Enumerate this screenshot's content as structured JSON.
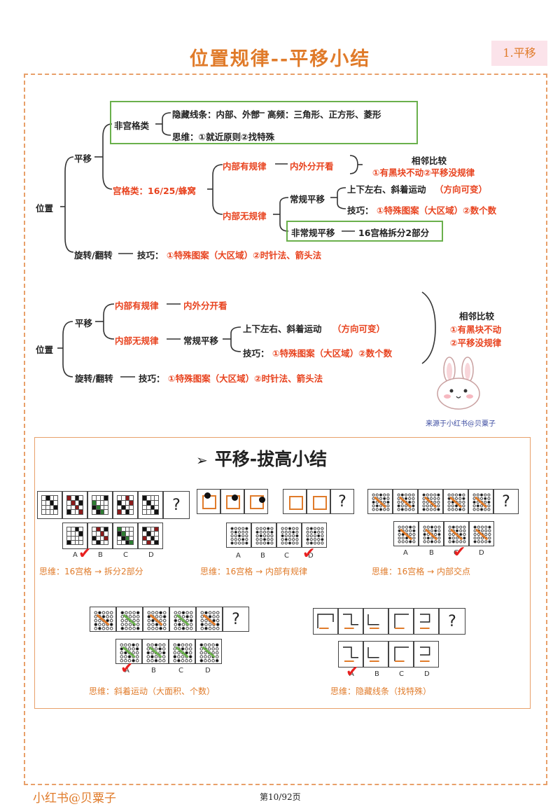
{
  "page": {
    "title": "位置规律--平移小结",
    "tag": "1.平移",
    "footer_left": "小红书@贝粟子",
    "footer_center": "第10/92页",
    "credit": "来源于小红书@贝粟子"
  },
  "tree1": {
    "root": "位置",
    "pingyi": "平移",
    "feigonggelei": "非宫格类",
    "yincang": "隐藏线条：内部、外部",
    "gaopin": "高频：三角形、正方形、菱形",
    "siwei": "思维：①就近原则②找特殊",
    "gonggelei": "宫格类：16/25/蜂窝",
    "neibu_you": "内部有规律",
    "neiwai": "内外分开看",
    "neibu_wu": "内部无规律",
    "changgui": "常规平移",
    "shangxia": "上下左右、斜着运动",
    "fangxiang": "（方向可变）",
    "jiqiao_label": "技巧：",
    "jiqiao_val": "①特殊图案（大区域）②数个数",
    "feichanggui": "非常规平移",
    "feichanggui_val": "16宫格拆分2部分",
    "xiangling": "相邻比较",
    "xiangling_1": "①有黑块不动②平移没规律",
    "xuanzhuan": "旋转/翻转",
    "xz_jiqiao_label": "技巧：",
    "xz_jiqiao_val": "①特殊图案（大区域）②时针法、箭头法"
  },
  "tree2": {
    "root": "位置",
    "pingyi": "平移",
    "neibu_you": "内部有规律",
    "neiwai": "内外分开看",
    "neibu_wu": "内部无规律",
    "changgui": "常规平移",
    "shangxia": "上下左右、斜着运动",
    "fangxiang": "（方向可变）",
    "jiqiao_label": "技巧：",
    "jiqiao_val": "①特殊图案（大区域）②数个数",
    "xiangling": "相邻比较",
    "xiangling_1": "①有黑块不动",
    "xiangling_2": "②平移没规律",
    "xuanzhuan": "旋转/翻转",
    "xz_jiqiao_label": "技巧：",
    "xz_jiqiao_val": "①特殊图案（大区域）②时针法、箭头法"
  },
  "panel": {
    "title": "平移-拔高小结",
    "arrow": "➢",
    "qmark": "?",
    "options": [
      "A",
      "B",
      "C",
      "D"
    ],
    "thinks": [
      "思维：16宫格 → 拆分2部分",
      "思维：16宫格 → 内部有规律",
      "思维：16宫格 → 内部交点",
      "思维：斜着运动（大面积、个数）",
      "思维：隐藏线条（找特殊）"
    ]
  }
}
